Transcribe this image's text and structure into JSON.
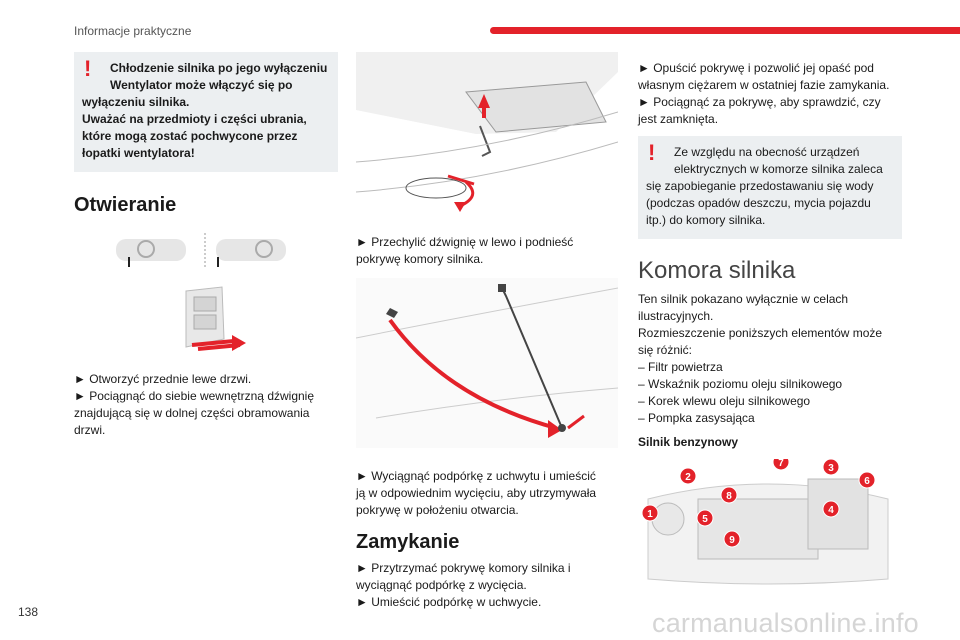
{
  "header": {
    "section_title": "Informacje praktyczne",
    "page_number": "138"
  },
  "col1": {
    "warning": {
      "line1": "Chłodzenie silnika po jego wyłączeniu",
      "line2": "Wentylator może włączyć się po",
      "line3": "wyłączeniu silnika.",
      "line4": "Uważać na przedmioty i części ubrania,",
      "line5": "które mogą zostać pochwycone przez",
      "line6": "łopatki wentylatora!"
    },
    "heading_open": "Otwieranie",
    "step1": "► Otworzyć przednie lewe drzwi.",
    "step2a": "► Pociągnąć do siebie wewnętrzną dźwignię",
    "step2b": "znajdującą się w dolnej części obramowania",
    "step2c": "drzwi."
  },
  "col2": {
    "step3a": "► Przechylić dźwignię w lewo i podnieść",
    "step3b": "pokrywę komory silnika.",
    "step4a": "► Wyciągnąć podpórkę z uchwytu i umieścić",
    "step4b": "ją w odpowiednim wycięciu, aby utrzymywała",
    "step4c": "pokrywę w położeniu otwarcia.",
    "heading_close": "Zamykanie",
    "step5a": "► Przytrzymać pokrywę komory silnika i",
    "step5b": "wyciągnąć podpórkę z wycięcia.",
    "step6": "► Umieścić podpórkę w uchwycie."
  },
  "col3": {
    "step7a": "► Opuścić pokrywę i pozwolić jej opaść pod",
    "step7b": "własnym ciężarem w ostatniej fazie zamykania.",
    "step8a": "► Pociągnąć za pokrywę, aby sprawdzić, czy",
    "step8b": "jest zamknięta.",
    "warning": {
      "line1": "Ze względu na obecność urządzeń",
      "line2": "elektrycznych w komorze silnika zaleca",
      "line3": "się zapobieganie przedostawaniu się wody",
      "line4": "(podczas opadów deszczu, mycia pojazdu",
      "line5": "itp.) do komory silnika."
    },
    "heading_engine": "Komora silnika",
    "intro1": "Ten silnik pokazano wyłącznie w celach",
    "intro2": "ilustracyjnych.",
    "intro3": "Rozmieszczenie poniższych elementów może",
    "intro4": "się różnić:",
    "items": [
      "– Filtr powietrza",
      "– Wskaźnik poziomu oleju silnikowego",
      "– Korek wlewu oleju silnikowego",
      "– Pompka zasysająca"
    ],
    "subheading": "Silnik benzynowy",
    "markers": [
      "1",
      "2",
      "3",
      "4",
      "5",
      "6",
      "7",
      "8",
      "9"
    ]
  },
  "footer": {
    "watermark": "carmanualsonline.info"
  },
  "colors": {
    "accent_red": "#e3222a",
    "warning_bg": "#eceff1"
  }
}
